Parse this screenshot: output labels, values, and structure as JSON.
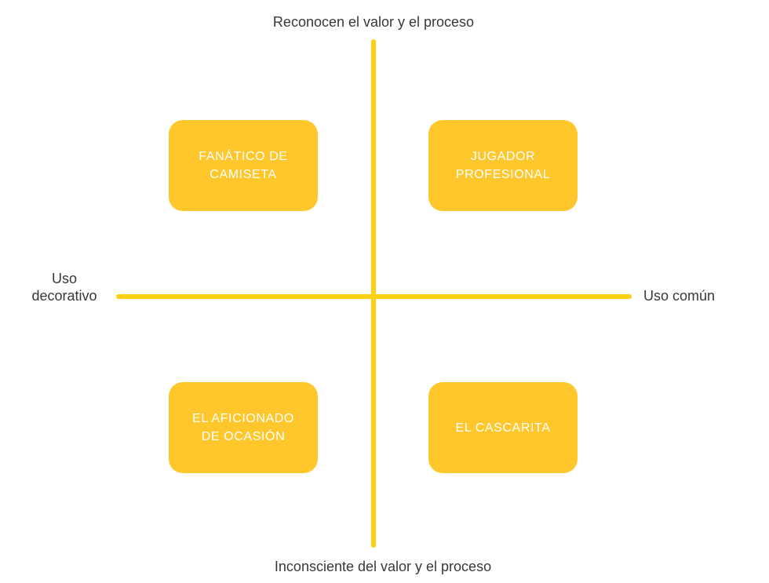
{
  "diagram": {
    "type": "quadrant-matrix",
    "axes": {
      "top": "Reconocen el valor y el proceso",
      "bottom": "Inconsciente del valor y el proceso",
      "left": "Uso\ndecorativo",
      "right": "Uso común"
    },
    "quadrants": {
      "top_left": "FANÁTICO DE\nCAMISETA",
      "top_right": "JUGADOR\nPROFESIONAL",
      "bottom_left": "EL AFICIONADO\nDE OCASIÓN",
      "bottom_right": "EL CASCARITA"
    },
    "colors": {
      "box_fill": "#FFC72C",
      "axis_line": "#FFD012",
      "axis_label_text": "#383838",
      "box_text": "#FFFFFF"
    }
  }
}
